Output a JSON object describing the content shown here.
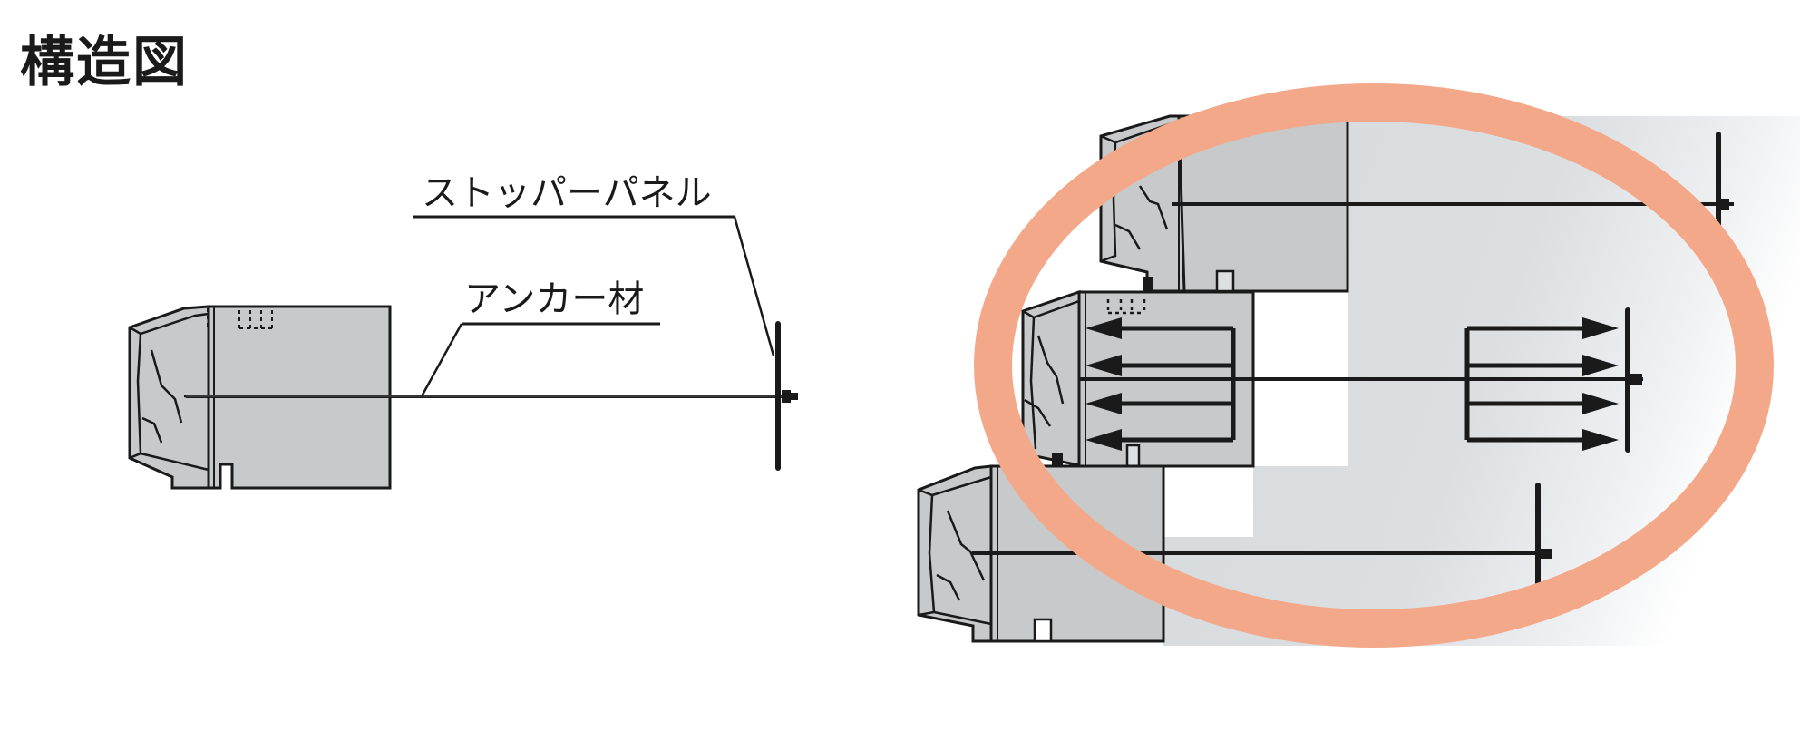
{
  "title": "構造図",
  "left_diagram": {
    "labels": {
      "stopper_panel": "ストッパーパネル",
      "anchor_member": "アンカー材"
    }
  },
  "right_diagram": {
    "highlight_color": "#f4a88a",
    "block_fill": "#c8c9cb",
    "background_fill": "#d9dcdf",
    "line_color": "#1a1a1a",
    "arrows_left_count": 4,
    "arrows_right_count": 4
  }
}
